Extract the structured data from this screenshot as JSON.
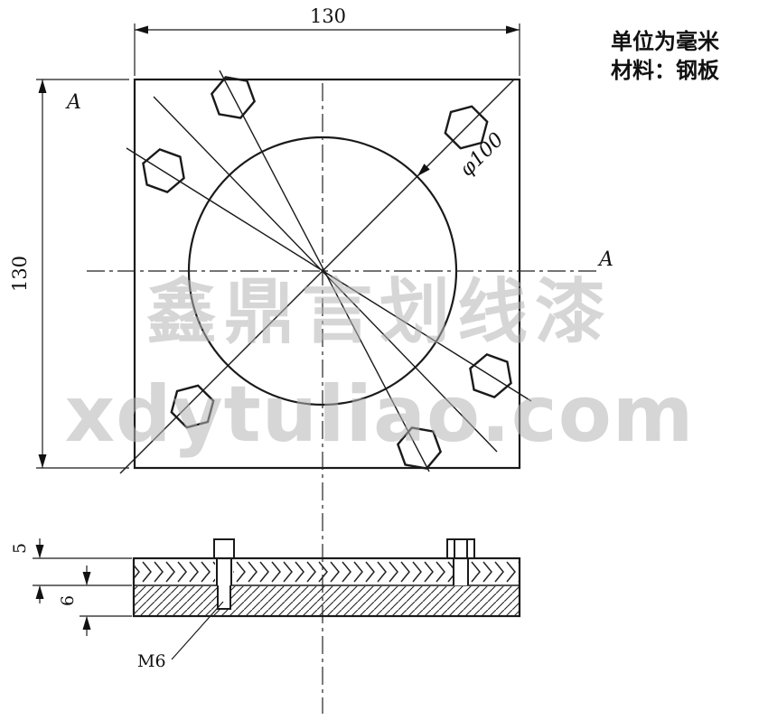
{
  "notes": {
    "units": "单位为毫米",
    "material": "材料：钢板"
  },
  "dims": {
    "width_top": "130",
    "height_left": "130",
    "diameter": "φ100",
    "thickness_upper": "5",
    "thickness_lower": "6",
    "thread": "M6"
  },
  "section": {
    "a_left": "A",
    "a_right": "A"
  },
  "watermark": {
    "line1": "鑫鼎言划线漆",
    "line2": "xdytuliao.com"
  },
  "colors": {
    "line": "#1a1a1a",
    "watermark": "#b5b5b5"
  }
}
